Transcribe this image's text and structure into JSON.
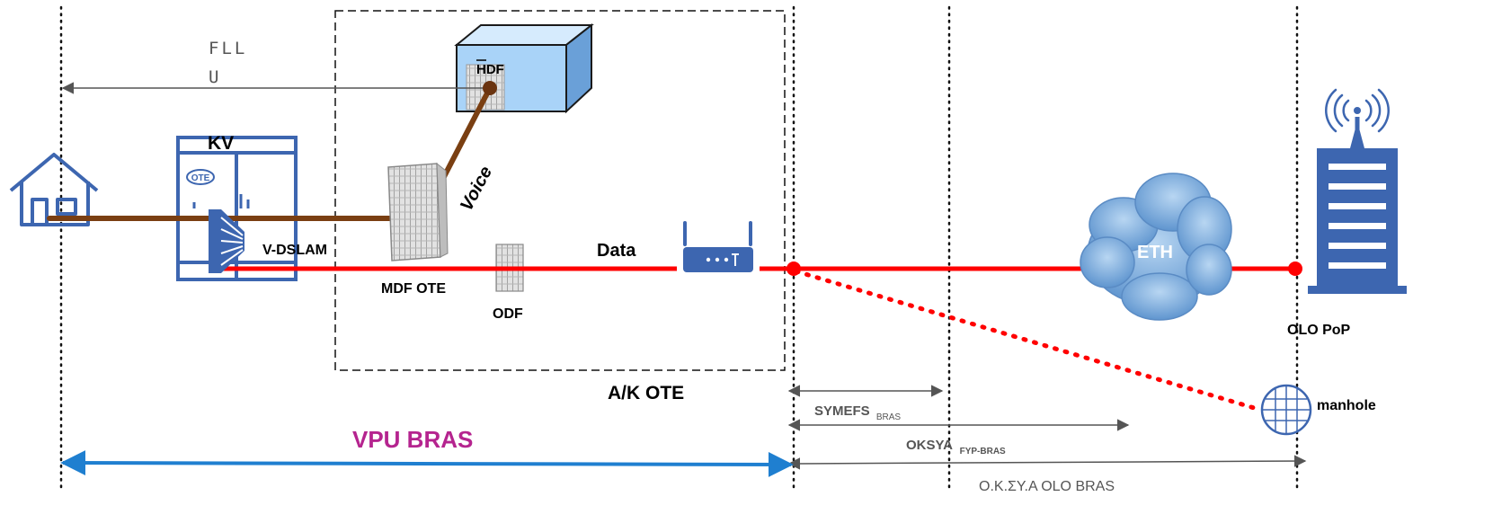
{
  "labels": {
    "fllu_line1": "FLL",
    "fllu_line2": "U",
    "hdf": "HDF",
    "kv": "KV",
    "ote_logo": "OTE",
    "voice": "Voice",
    "data": "Data",
    "vdslam": "V-DSLAM",
    "mdf_ote": "MDF OTE",
    "odf": "ODF",
    "ak_ote": "A/K OTE",
    "eth": "ETH",
    "olo_pop": "OLO PoP",
    "manhole": "manhole",
    "vpu_bras": "VPU BRAS",
    "symefs": "SYMEFS",
    "symefs_sub": "BRAS",
    "oksya": "OKSYA",
    "oksya_sub": "FYP-BRAS",
    "okxya_olo": "Ο.Κ.ΣΥ.Α OLO BRAS"
  },
  "colors": {
    "voice_line": "#7a3f12",
    "data_line": "#ff0000",
    "vpu": "#b5248f",
    "vpu_arrow": "#1f7fd0",
    "icon_blue": "#3d66b0",
    "eth_cloud": "#7fb0e0",
    "grey_arrow": "#555555",
    "hdf_box": "#a9d3f8"
  }
}
